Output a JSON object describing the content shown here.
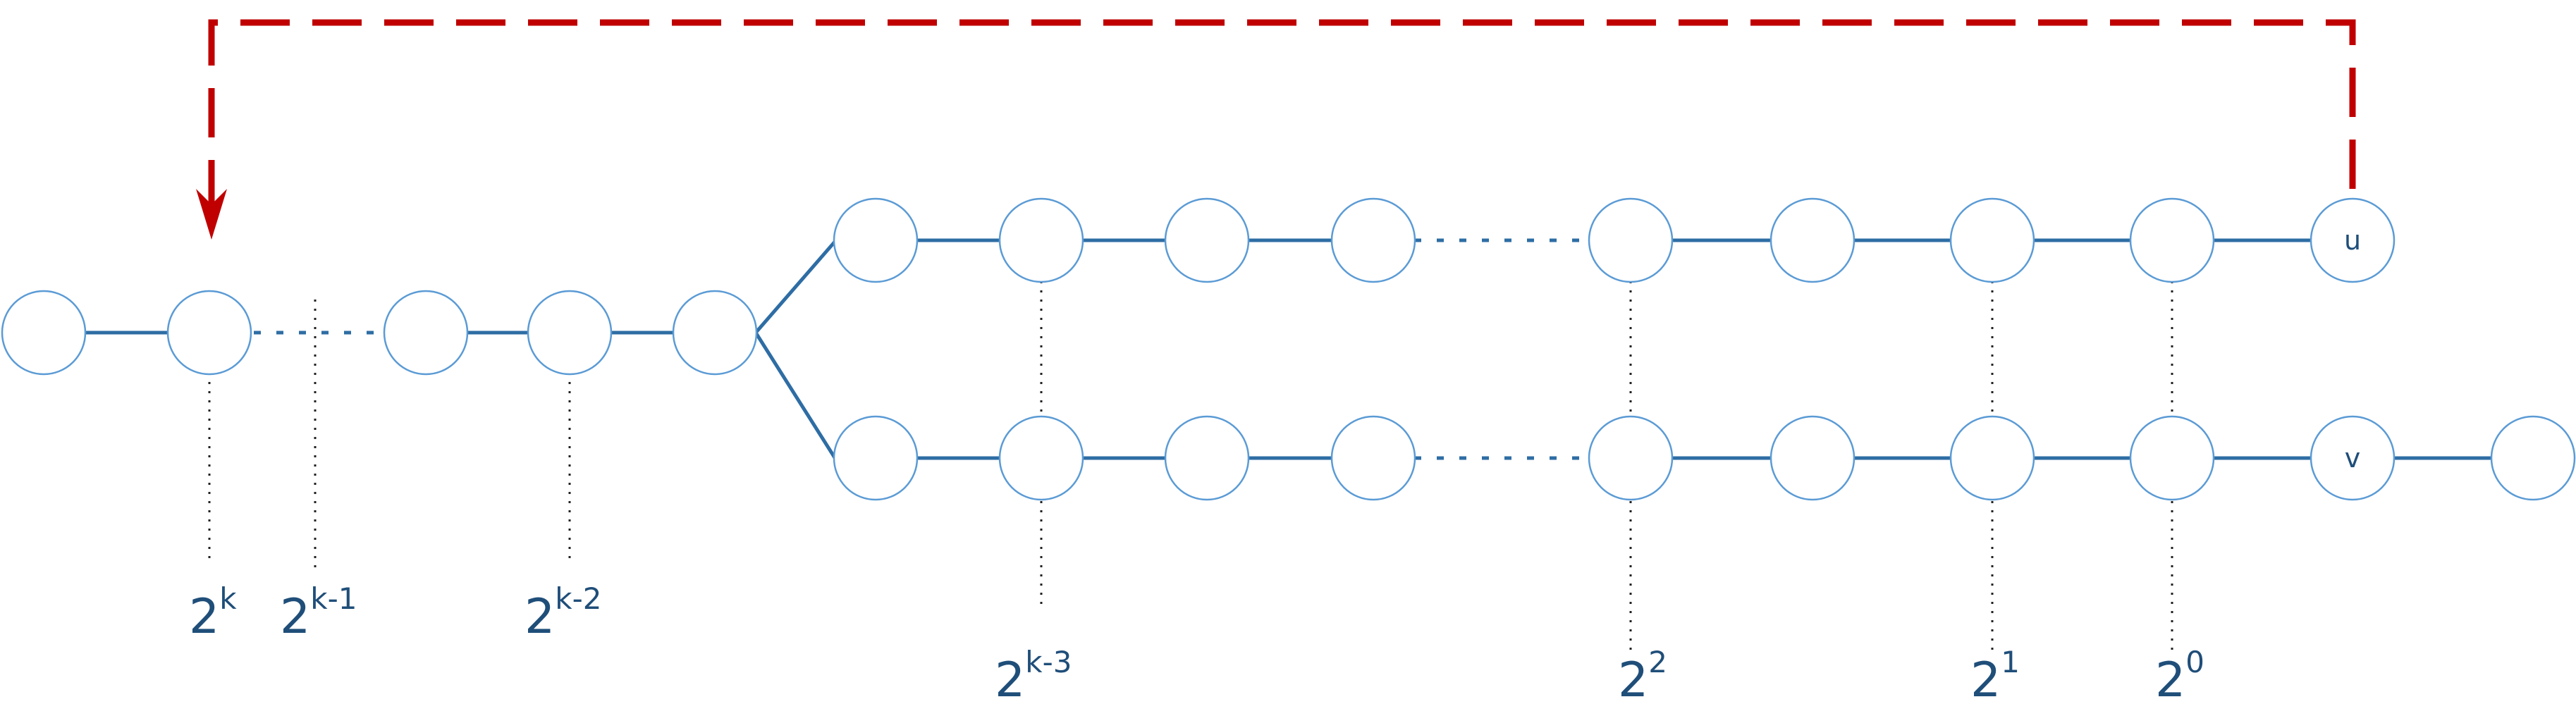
{
  "colors": {
    "edge": "#2e6da4",
    "node_stroke": "#5b9bd5",
    "label": "#1f4e79",
    "back_arrow": "#c00000",
    "marker": "#222222"
  },
  "node_labels": {
    "u": "u",
    "v": "v"
  },
  "power_labels": [
    {
      "base": "2",
      "exp": "k"
    },
    {
      "base": "2",
      "exp": "k-1"
    },
    {
      "base": "2",
      "exp": "k-2"
    },
    {
      "base": "2",
      "exp": "k-3"
    },
    {
      "base": "2",
      "exp": "2"
    },
    {
      "base": "2",
      "exp": "1"
    },
    {
      "base": "2",
      "exp": "0"
    }
  ],
  "back_arrow": {
    "from": "u",
    "to": "2^k"
  }
}
